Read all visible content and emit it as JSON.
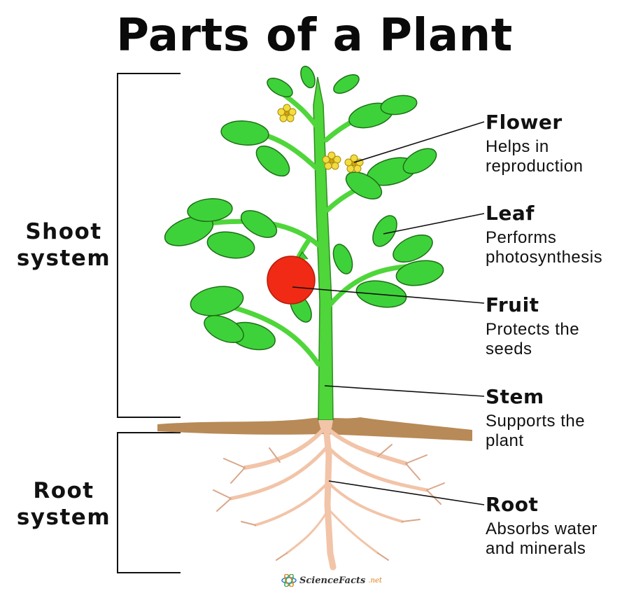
{
  "title": "Parts of a Plant",
  "systems": {
    "shoot": "Shoot system",
    "root": "Root system"
  },
  "parts": [
    {
      "name": "Flower",
      "desc_lines": [
        "Helps in",
        "reproduction"
      ]
    },
    {
      "name": "Leaf",
      "desc_lines": [
        "Performs",
        "photosynthesis"
      ]
    },
    {
      "name": "Fruit",
      "desc_lines": [
        "Protects the",
        "seeds"
      ]
    },
    {
      "name": "Stem",
      "desc_lines": [
        "Supports the",
        "plant"
      ]
    },
    {
      "name": "Root",
      "desc_lines": [
        "Absorbs water",
        "and minerals"
      ]
    }
  ],
  "logo": {
    "text": "ScienceFacts",
    "suffix": ".net"
  },
  "colors": {
    "stem": "#4fd63a",
    "leaf": "#3ed23a",
    "fruit": "#f02a14",
    "flower": "#f2dc3e",
    "soil": "#b07d45",
    "root": "#f2c4a8"
  }
}
